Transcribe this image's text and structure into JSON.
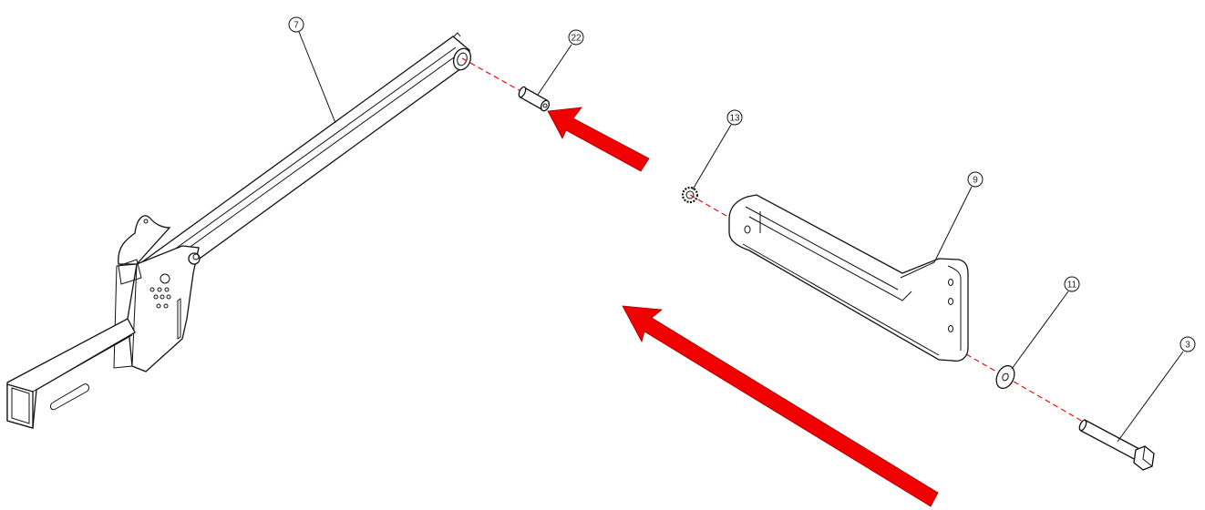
{
  "diagram": {
    "type": "exploded-assembly-view",
    "colors": {
      "line": "#111111",
      "assembly_axis": "#e01010",
      "arrow": "#f00000",
      "background": "#ffffff"
    },
    "callouts": [
      {
        "id": "7",
        "label": "7",
        "part": "main arm tube with hitch frame"
      },
      {
        "id": "22",
        "label": "22",
        "part": "spacer bushing"
      },
      {
        "id": "13",
        "label": "13",
        "part": "lock washer (toothed)"
      },
      {
        "id": "9",
        "label": "9",
        "part": "mounting bracket"
      },
      {
        "id": "11",
        "label": "11",
        "part": "flat washer"
      },
      {
        "id": "3",
        "label": "3",
        "part": "hex bolt"
      }
    ],
    "arrows": [
      {
        "name": "small-direction-arrow",
        "points_to": "22"
      },
      {
        "name": "large-direction-arrow",
        "points_to": "7"
      }
    ]
  }
}
